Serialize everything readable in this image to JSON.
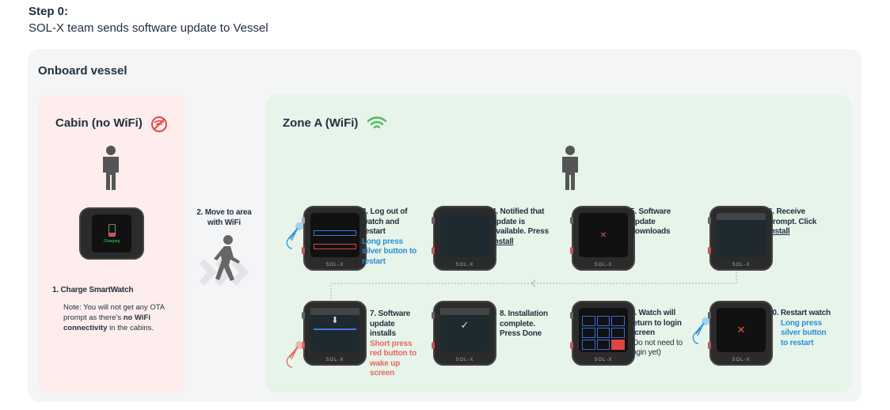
{
  "header": {
    "title": "Step 0:",
    "subtitle": "SOL-X team sends software update to Vessel"
  },
  "panel_title": "Onboard vessel",
  "cabin": {
    "title": "Cabin (no WiFi)",
    "watch_screen": "Charging",
    "step1": "1. Charge SmartWatch",
    "note_a": "Note: You will not get any OTA prompt as there's ",
    "note_b": "no WiFi connectivity",
    "note_c": " in the cabins."
  },
  "move": {
    "label": "2. Move to area with WiFi"
  },
  "zone": {
    "title": "Zone A (WiFi)"
  },
  "steps": [
    {
      "main": "3. Log out of watch and restart",
      "sub": "Long press silver button to restart"
    },
    {
      "main": "4. Notified that update is available. Press ",
      "link": "Install"
    },
    {
      "main": "5. Software update downloads"
    },
    {
      "main": "6. Receive prompt. Click ",
      "link": "Install"
    },
    {
      "main": "7. Software update installs",
      "sub": "Short press red button to wake up screen"
    },
    {
      "main": "8. Installation complete. Press Done"
    },
    {
      "main": "9. Watch will return to login screen",
      "sub": "(Do not need to login yet)"
    },
    {
      "main": "10. Restart watch",
      "sub": "Long press silver button to restart"
    }
  ],
  "brand": "SOL-X",
  "colors": {
    "cabin_bg": "#fdeded",
    "zone_bg": "#e7f4e9",
    "blue": "#2a8fd8",
    "red": "#e8675f",
    "wifi": "#4cbb5c"
  }
}
